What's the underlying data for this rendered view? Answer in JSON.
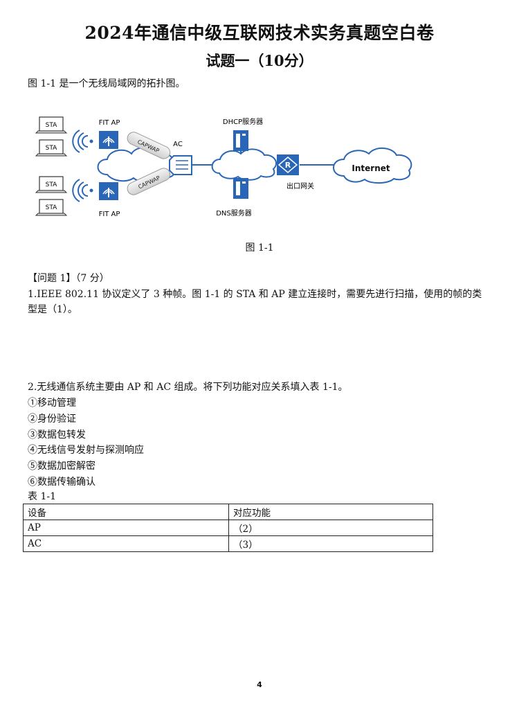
{
  "header": {
    "title": "2024年通信中级互联网技术实务真题空白卷",
    "subtitle": "试题一（10分）"
  },
  "intro": "图 1-1 是一个无线局域网的拓扑图。",
  "diagram": {
    "sta_label": "STA",
    "fit_ap_label": "FIT AP",
    "capwap_label": "CAPWAP",
    "ac_label": "AC",
    "dhcp_label": "DHCP服务器",
    "dns_label": "DNS服务器",
    "gateway_label": "出口网关",
    "internet_label": "Internet"
  },
  "figure_caption": "图 1-1",
  "question1": {
    "heading": "【问题 1】（7 分）",
    "q1_line1": "1.IEEE 802.11 协议定义了 3 种帧。图 1-1 的 STA 和 AP 建立连接时，需要先进行扫描，使用的帧的类",
    "q1_line2": "型是（1）。",
    "q2_intro": "2.无线通信系统主要由 AP 和 AC 组成。将下列功能对应关系填入表 1-1。",
    "functions": [
      "①移动管理",
      "②身份验证",
      "③数据包转发",
      "④无线信号发射与探测响应",
      "⑤数据加密解密",
      "⑥数据传输确认"
    ]
  },
  "table": {
    "caption": "表 1-1",
    "headers": [
      "设备",
      "对应功能"
    ],
    "rows": [
      [
        "AP",
        "（2）"
      ],
      [
        "AC",
        "（3）"
      ]
    ]
  },
  "page_number": "4"
}
